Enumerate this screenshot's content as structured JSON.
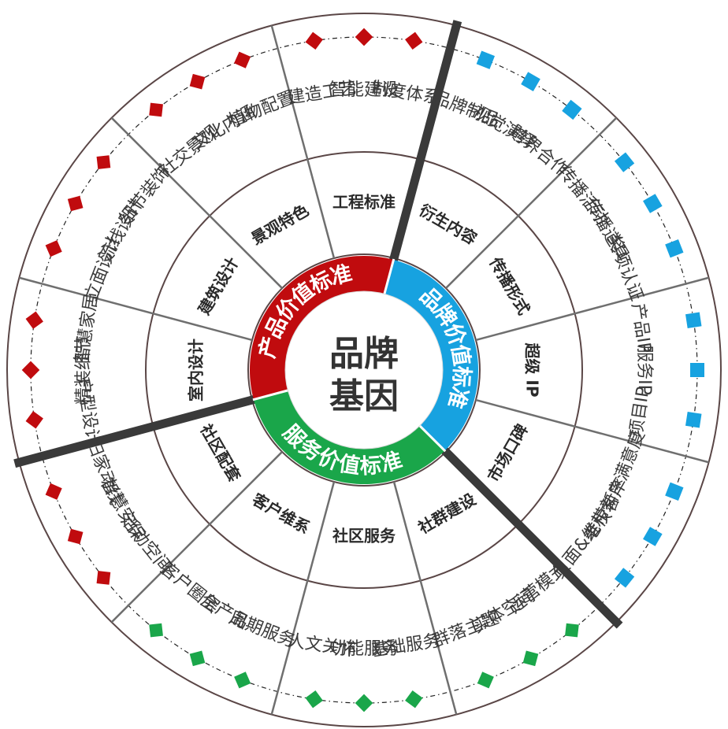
{
  "center": {
    "line1": "品牌",
    "line2": "基因"
  },
  "core": [
    {
      "id": "product",
      "label": "产品价值标准",
      "color": "#c00b0e"
    },
    {
      "id": "brand",
      "label": "品牌价值标准",
      "color": "#17a2e0"
    },
    {
      "id": "service",
      "label": "服务价值标准",
      "color": "#1aa64a"
    }
  ],
  "categories": [
    {
      "name": "工程标准",
      "group": "product",
      "items": [
        "建造工艺",
        "智能建设",
        "制度体系"
      ]
    },
    {
      "name": "衍生内容",
      "group": "brand",
      "items": [
        "品牌制品",
        "视觉演绎",
        "跨界合作"
      ]
    },
    {
      "name": "传播形式",
      "group": "brand",
      "items": [
        "传播活动",
        "传播道具",
        "奖项认证"
      ]
    },
    {
      "name": "超级 IP",
      "group": "brand",
      "items": [
        "产品IP",
        "服务IP",
        "项目IP"
      ]
    },
    {
      "name": "市场口碑",
      "group": "brand",
      "items": [
        "客户满意度",
        "老带新率",
        "负面&维权"
      ]
    },
    {
      "name": "社群建设",
      "group": "service",
      "items": [
        "运营模式",
        "实体空间",
        "群落主题"
      ]
    },
    {
      "name": "社区服务",
      "group": "service",
      "items": [
        "基础服务",
        "功能服务",
        "人文关怀"
      ]
    },
    {
      "name": "客户维系",
      "group": "service",
      "items": [
        "周期服务",
        "全产品",
        "客户圈层"
      ]
    },
    {
      "name": "社区配套",
      "group": "product",
      "items": [
        "活动空间",
        "智慧安保",
        "归家动线"
      ]
    },
    {
      "name": "室内设计",
      "group": "product",
      "items": [
        "户型设计",
        "精装细节",
        "智慧家居"
      ]
    },
    {
      "name": "建筑设计",
      "group": "product",
      "items": [
        "立面设计",
        "流线设计",
        "细节装饰"
      ]
    },
    {
      "name": "景观特色",
      "group": "product",
      "items": [
        "社交景观",
        "文化内涵",
        "植物配置"
      ]
    }
  ],
  "colors": {
    "ring_line": "#5a4646",
    "divider": "#6f6f6f",
    "thick_divider": "#3a3a3a"
  }
}
